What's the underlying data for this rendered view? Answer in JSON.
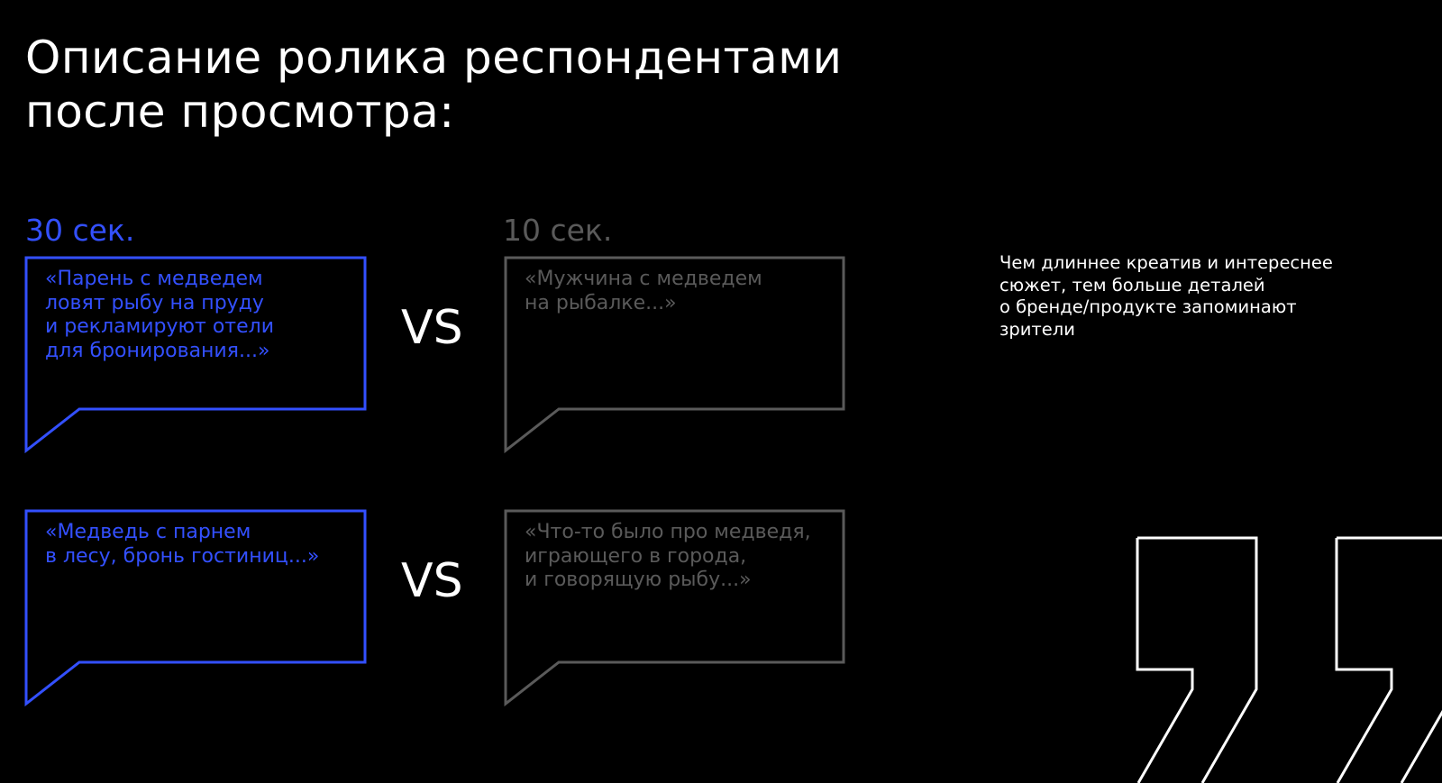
{
  "title": "Описание ролика респондентами\nпосле просмотра:",
  "columns": {
    "left_label": "30 сек.",
    "right_label": "10 сек."
  },
  "vs_label": "VS",
  "quotes": [
    {
      "long": "«Парень с медведем\nловят рыбу на пруду\nи рекламируют отели\nдля бронирования...»",
      "short": "«Мужчина с медведем\nна рыбалке...»"
    },
    {
      "long": "«Медведь с парнем\nв лесу, бронь гостиниц...»",
      "short": "«Что-то было про медведя,\nиграющего в города,\nи говорящую рыбу...»"
    }
  ],
  "conclusion": "Чем длиннее креатив и интереснее\nсюжет, тем больше деталей\nо бренде/продукте запоминают\nзрители",
  "colors": {
    "accent": "#3350ff",
    "muted": "#5a5a5a",
    "background": "#000000"
  }
}
